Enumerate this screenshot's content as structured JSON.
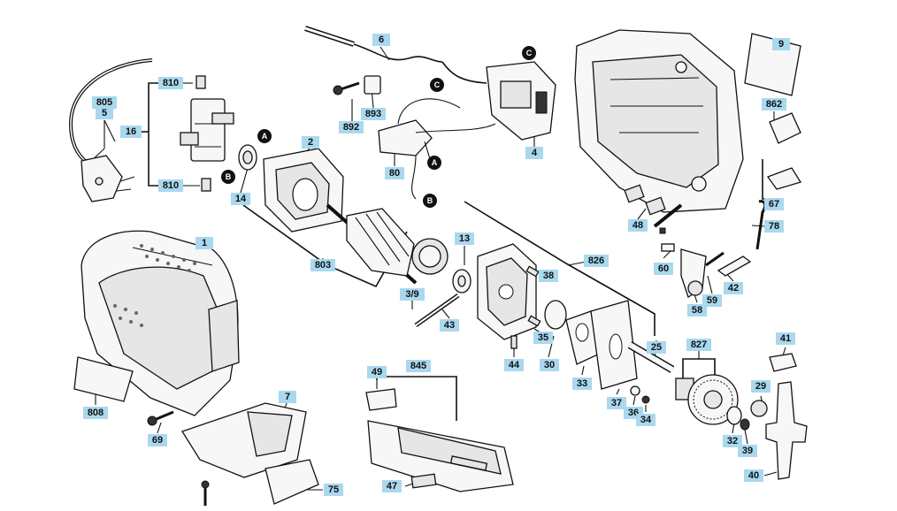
{
  "labels": [
    {
      "id": "6",
      "text": "6"
    },
    {
      "id": "9",
      "text": "9"
    },
    {
      "id": "810a",
      "text": "810"
    },
    {
      "id": "810b",
      "text": "810"
    },
    {
      "id": "805",
      "text": "805"
    },
    {
      "id": "5",
      "text": "5"
    },
    {
      "id": "16",
      "text": "16"
    },
    {
      "id": "2",
      "text": "2"
    },
    {
      "id": "14",
      "text": "14"
    },
    {
      "id": "892",
      "text": "892"
    },
    {
      "id": "893",
      "text": "893"
    },
    {
      "id": "80",
      "text": "80"
    },
    {
      "id": "4",
      "text": "4"
    },
    {
      "id": "862",
      "text": "862"
    },
    {
      "id": "67",
      "text": "67"
    },
    {
      "id": "78",
      "text": "78"
    },
    {
      "id": "48",
      "text": "48"
    },
    {
      "id": "1",
      "text": "1"
    },
    {
      "id": "803",
      "text": "803"
    },
    {
      "id": "13",
      "text": "13"
    },
    {
      "id": "3-9",
      "text": "3/9"
    },
    {
      "id": "43",
      "text": "43"
    },
    {
      "id": "826",
      "text": "826"
    },
    {
      "id": "38",
      "text": "38"
    },
    {
      "id": "35",
      "text": "35"
    },
    {
      "id": "60",
      "text": "60"
    },
    {
      "id": "42",
      "text": "42"
    },
    {
      "id": "59",
      "text": "59"
    },
    {
      "id": "58",
      "text": "58"
    },
    {
      "id": "25",
      "text": "25"
    },
    {
      "id": "30",
      "text": "30"
    },
    {
      "id": "44",
      "text": "44"
    },
    {
      "id": "33",
      "text": "33"
    },
    {
      "id": "827",
      "text": "827"
    },
    {
      "id": "41",
      "text": "41"
    },
    {
      "id": "29",
      "text": "29"
    },
    {
      "id": "37",
      "text": "37"
    },
    {
      "id": "36",
      "text": "36"
    },
    {
      "id": "34",
      "text": "34"
    },
    {
      "id": "32",
      "text": "32"
    },
    {
      "id": "39",
      "text": "39"
    },
    {
      "id": "40",
      "text": "40"
    },
    {
      "id": "49",
      "text": "49"
    },
    {
      "id": "845",
      "text": "845"
    },
    {
      "id": "7",
      "text": "7"
    },
    {
      "id": "808",
      "text": "808"
    },
    {
      "id": "69",
      "text": "69"
    },
    {
      "id": "47",
      "text": "47"
    },
    {
      "id": "75",
      "text": "75"
    }
  ],
  "callouts": [
    {
      "id": "A1",
      "text": "A"
    },
    {
      "id": "A2",
      "text": "A"
    },
    {
      "id": "B1",
      "text": "B"
    },
    {
      "id": "B2",
      "text": "B"
    },
    {
      "id": "C1",
      "text": "C"
    },
    {
      "id": "C2",
      "text": "C"
    }
  ]
}
